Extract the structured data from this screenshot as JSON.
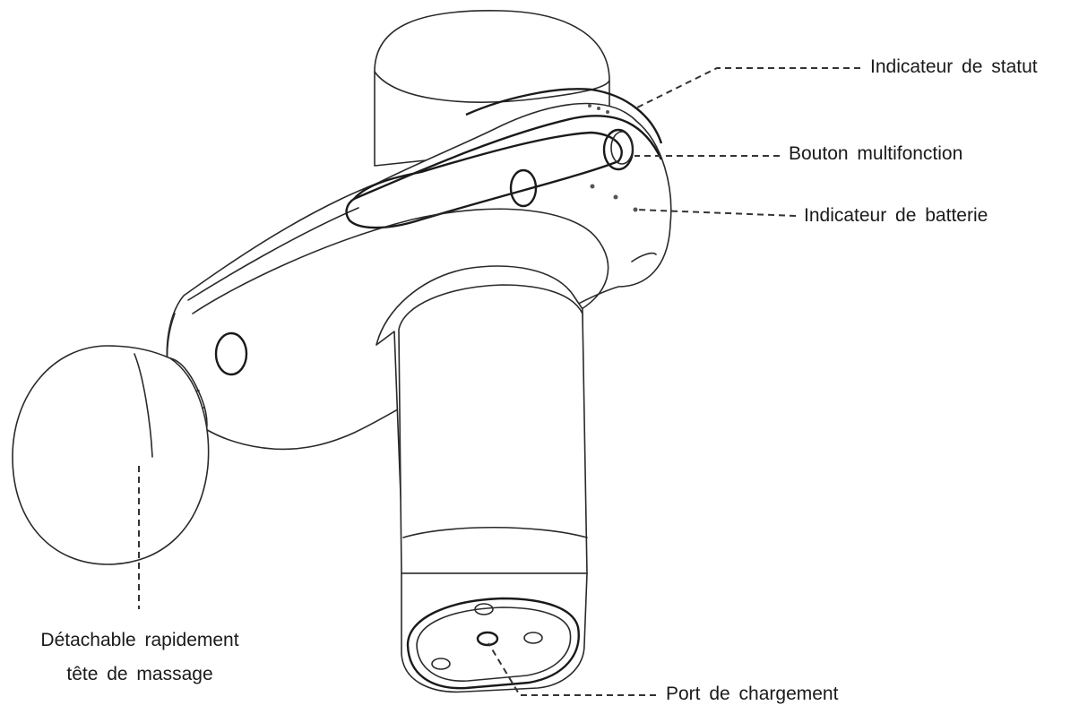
{
  "labels": {
    "status_indicator": "Indicateur de statut",
    "multifunction_button": "Bouton multifonction",
    "battery_indicator": "Indicateur de batterie",
    "charging_port": "Port de chargement",
    "head_line1": "Détachable rapidement",
    "head_line2": "tête de massage"
  }
}
